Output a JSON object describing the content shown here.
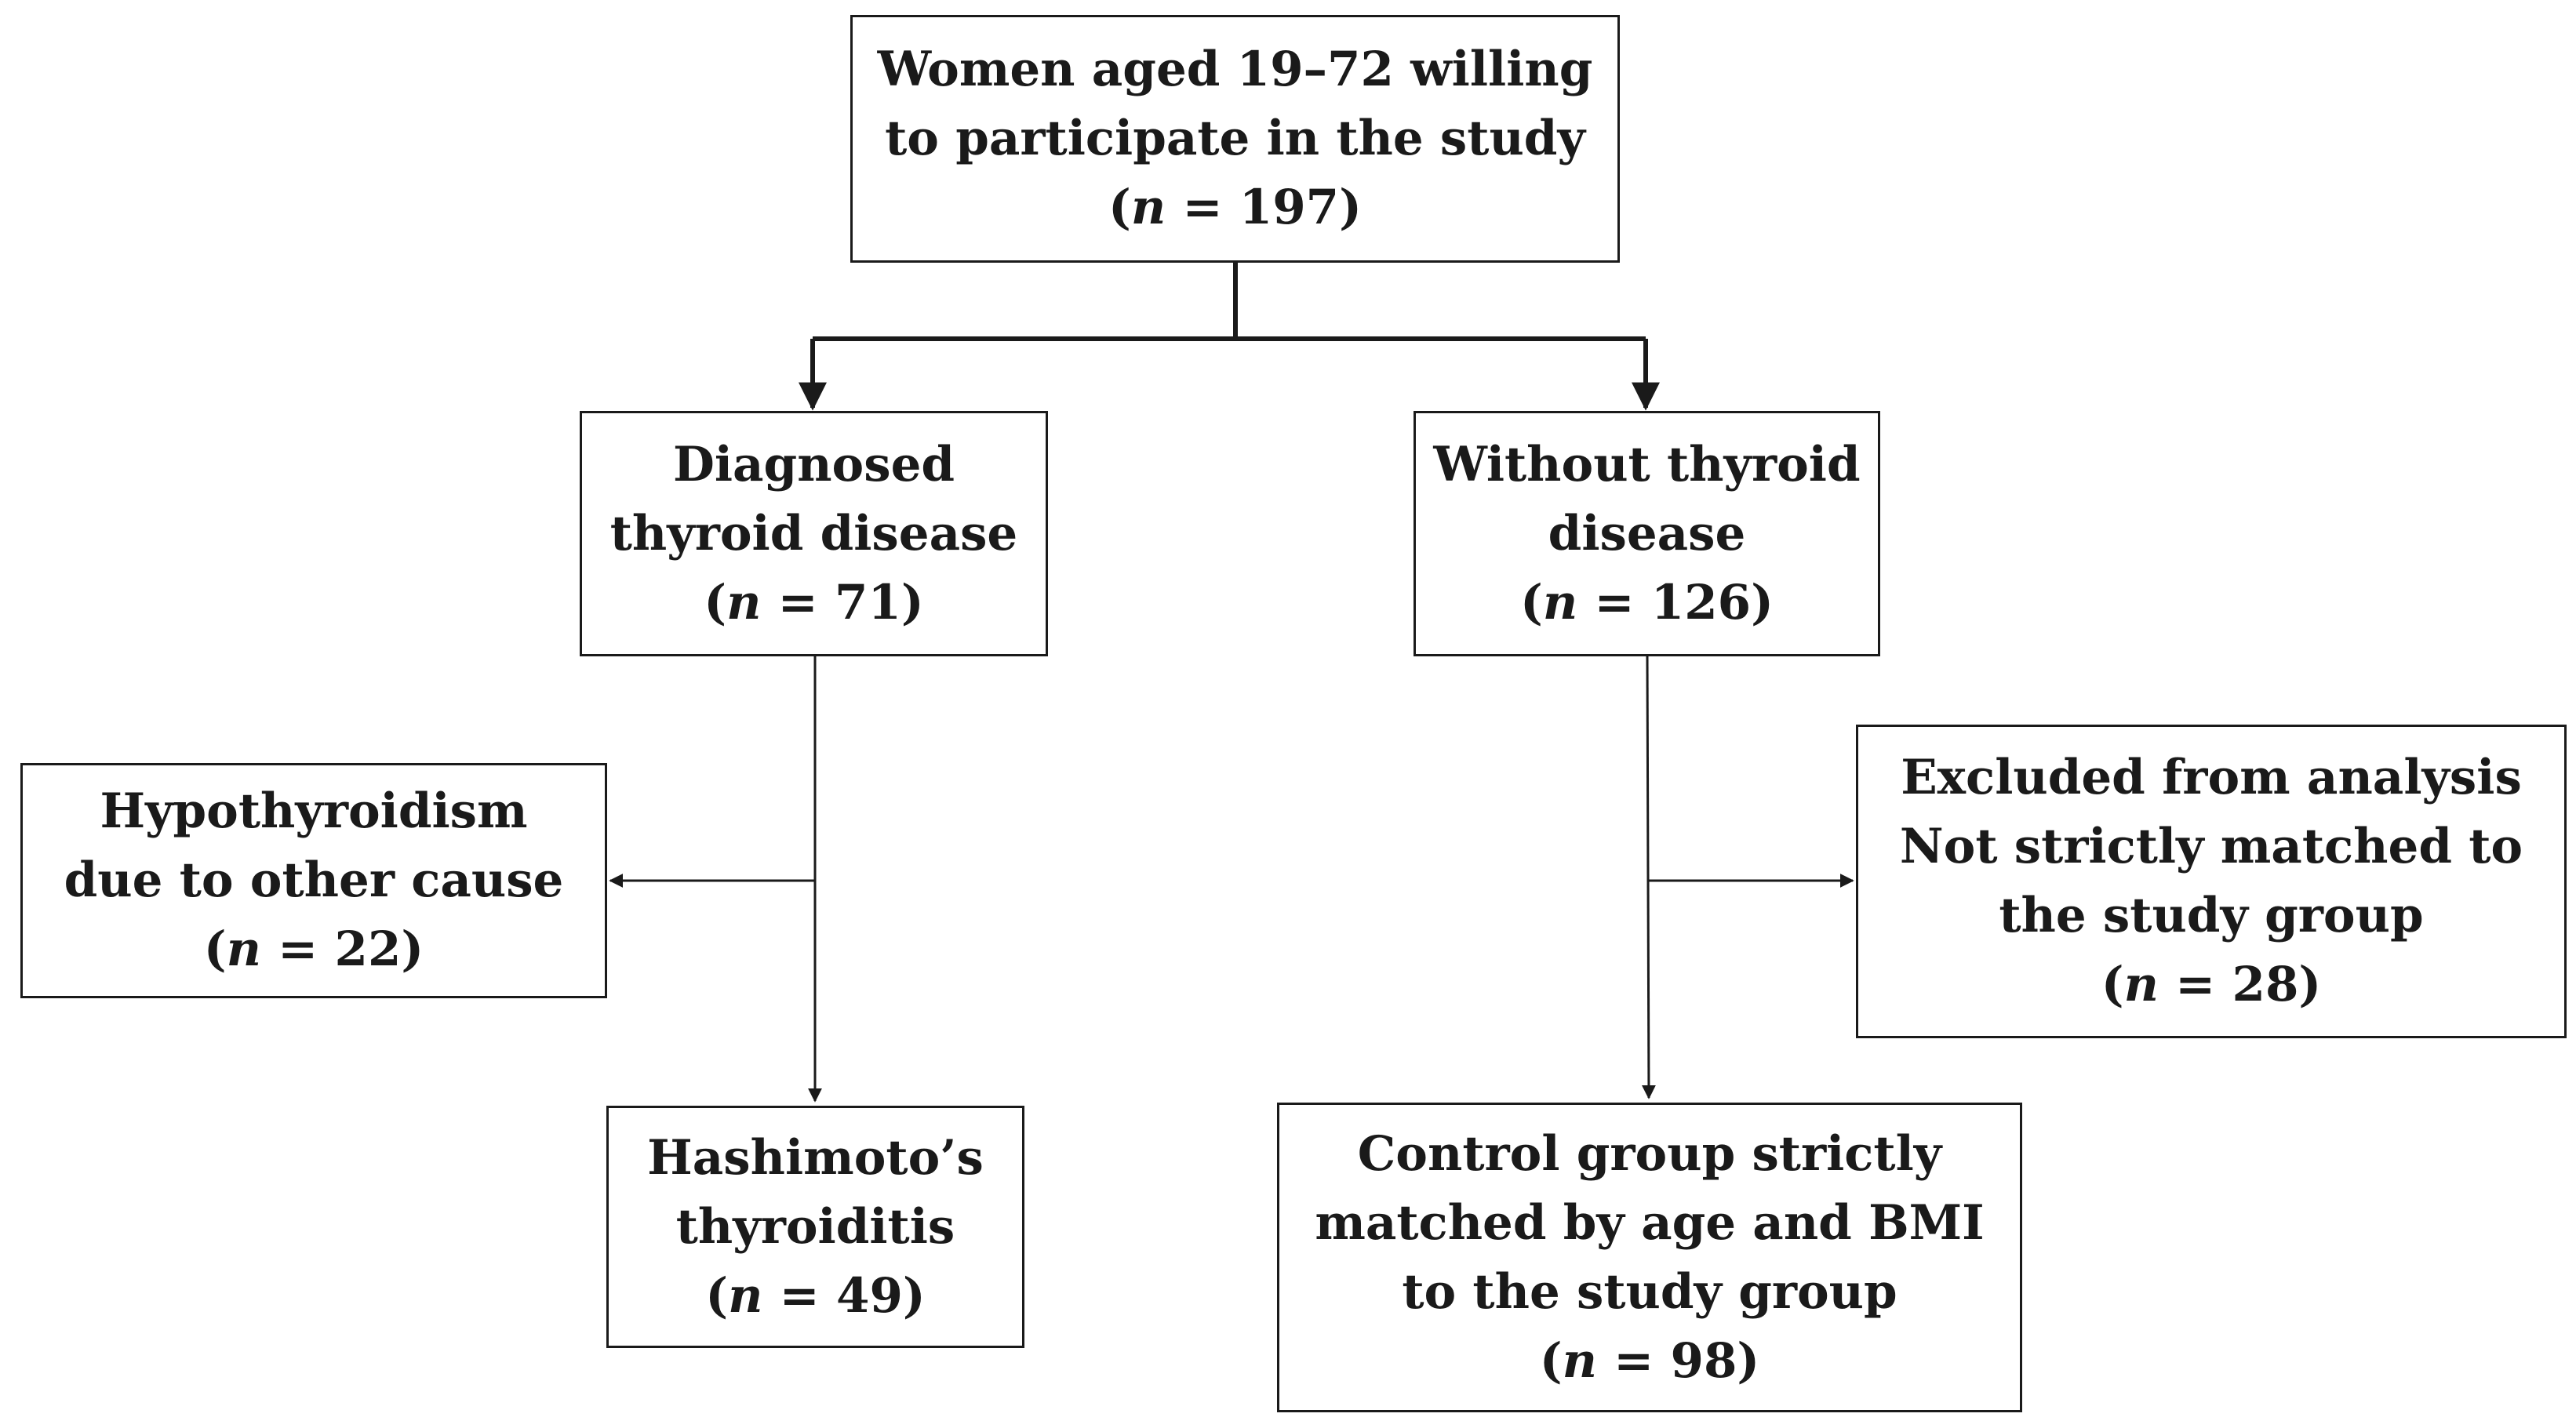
{
  "flowchart": {
    "total": {
      "lines": [
        "Women aged 19–72 willing",
        "to participate in the study"
      ],
      "n": "197"
    },
    "diagnosed": {
      "lines": [
        "Diagnosed",
        "thyroid disease"
      ],
      "n": "71"
    },
    "without": {
      "lines": [
        "Without thyroid",
        "disease"
      ],
      "n": "126"
    },
    "hypothyroidism": {
      "lines": [
        "Hypothyroidism",
        "due to other cause"
      ],
      "n": "22"
    },
    "excluded": {
      "lines": [
        "Excluded from analysis",
        "Not strictly matched to",
        "the study group"
      ],
      "n": "28"
    },
    "hashimoto": {
      "lines": [
        "Hashimoto’s",
        "thyroiditis"
      ],
      "n": "49"
    },
    "control": {
      "lines": [
        "Control group strictly",
        "matched by age and BMI",
        "to the study group"
      ],
      "n": "98"
    },
    "n_symbol": "n",
    "count_open": "(",
    "count_equals": " = ",
    "count_close": ")"
  },
  "colors": {
    "stroke": "#1a1a1a",
    "text": "#1a1a1a",
    "background": "#ffffff"
  }
}
